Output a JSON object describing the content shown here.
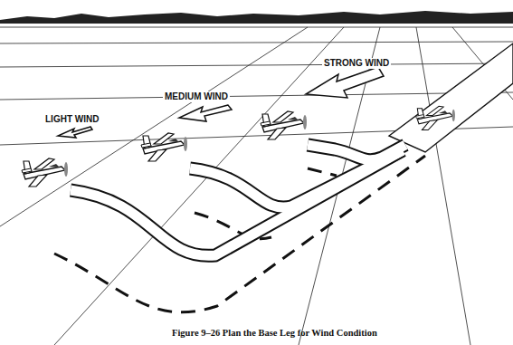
{
  "diagram": {
    "caption": "Figure 9–26 Plan the Base Leg for Wind Condition",
    "labels": [
      "LIGHT WIND",
      "MEDIUM WIND",
      "STRONG WIND"
    ]
  }
}
